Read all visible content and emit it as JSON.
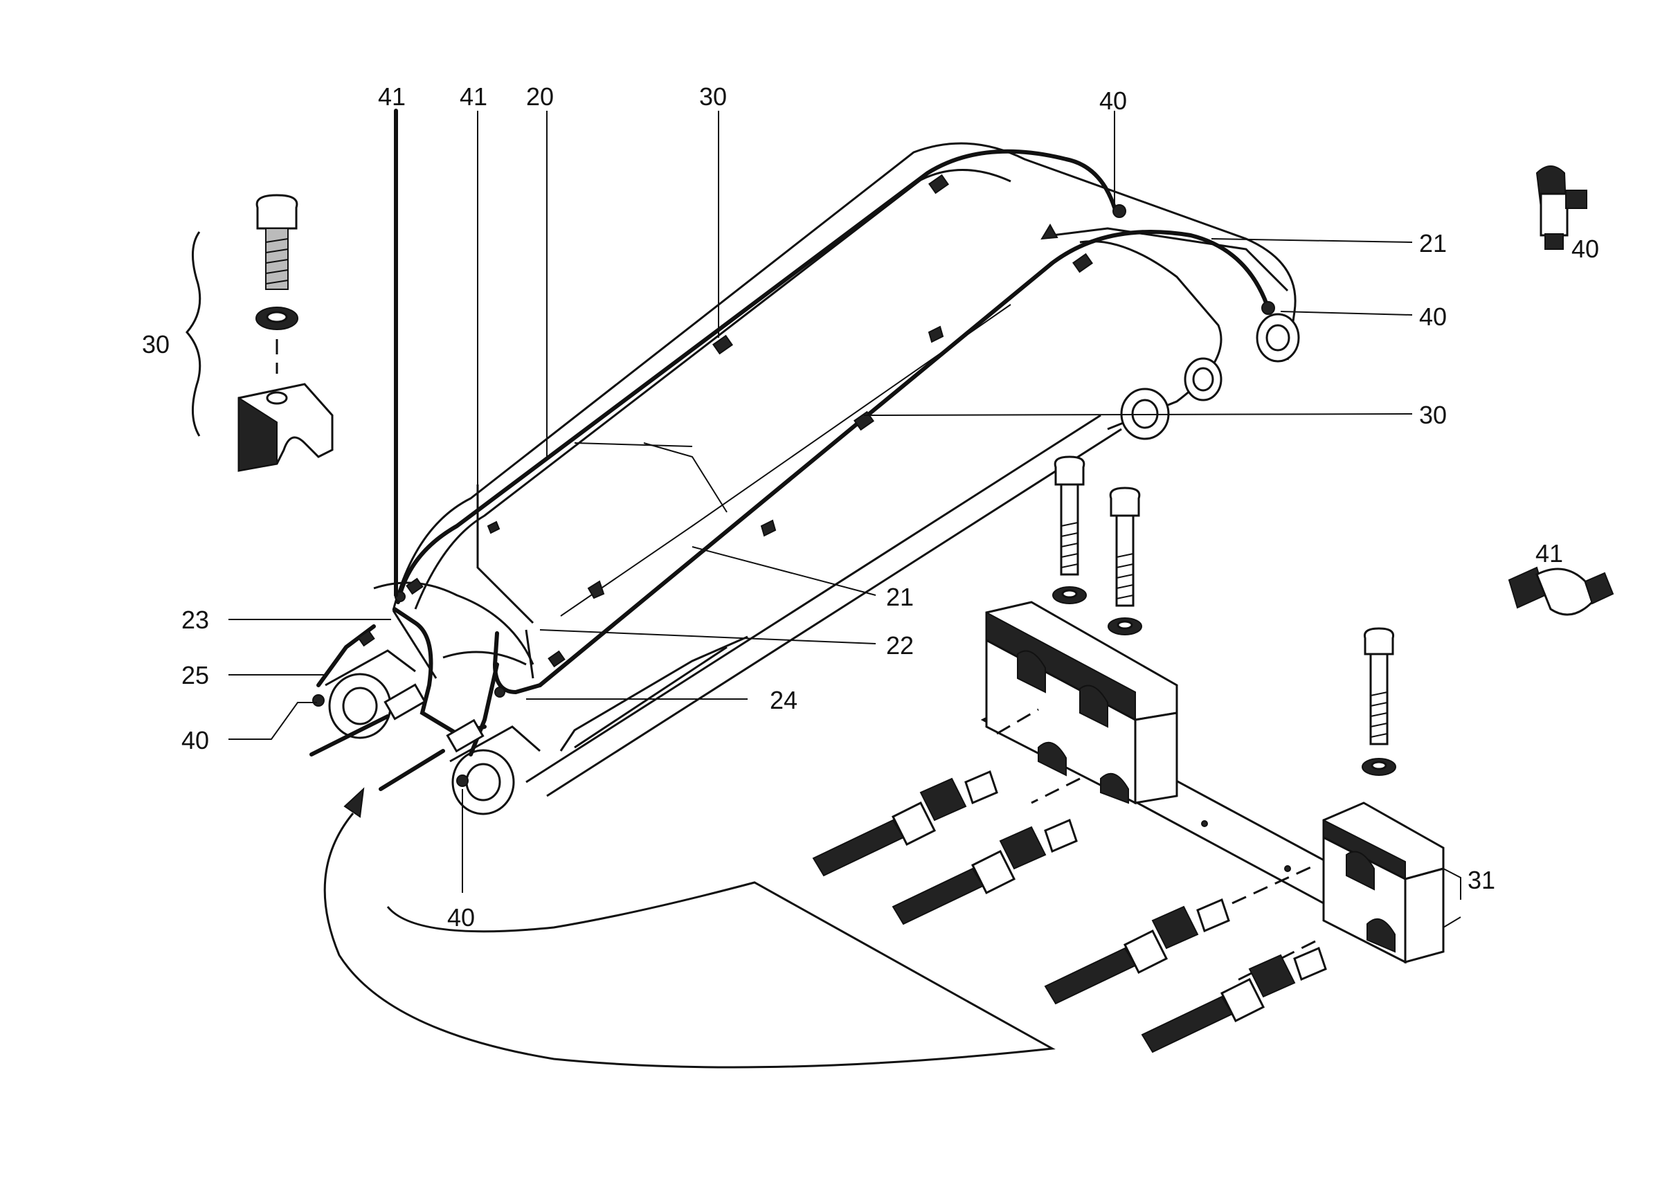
{
  "labels": {
    "l41a": "41",
    "l41b": "41",
    "l20": "20",
    "l30top": "30",
    "l40top": "40",
    "l21top": "21",
    "l40right": "40",
    "l40fitting": "40",
    "l30left": "30",
    "l30mid": "30",
    "l21mid": "21",
    "l41fitting": "41",
    "l23": "23",
    "l22": "22",
    "l25": "25",
    "l24": "24",
    "l40left": "40",
    "l40bottom": "40",
    "l31": "31"
  }
}
